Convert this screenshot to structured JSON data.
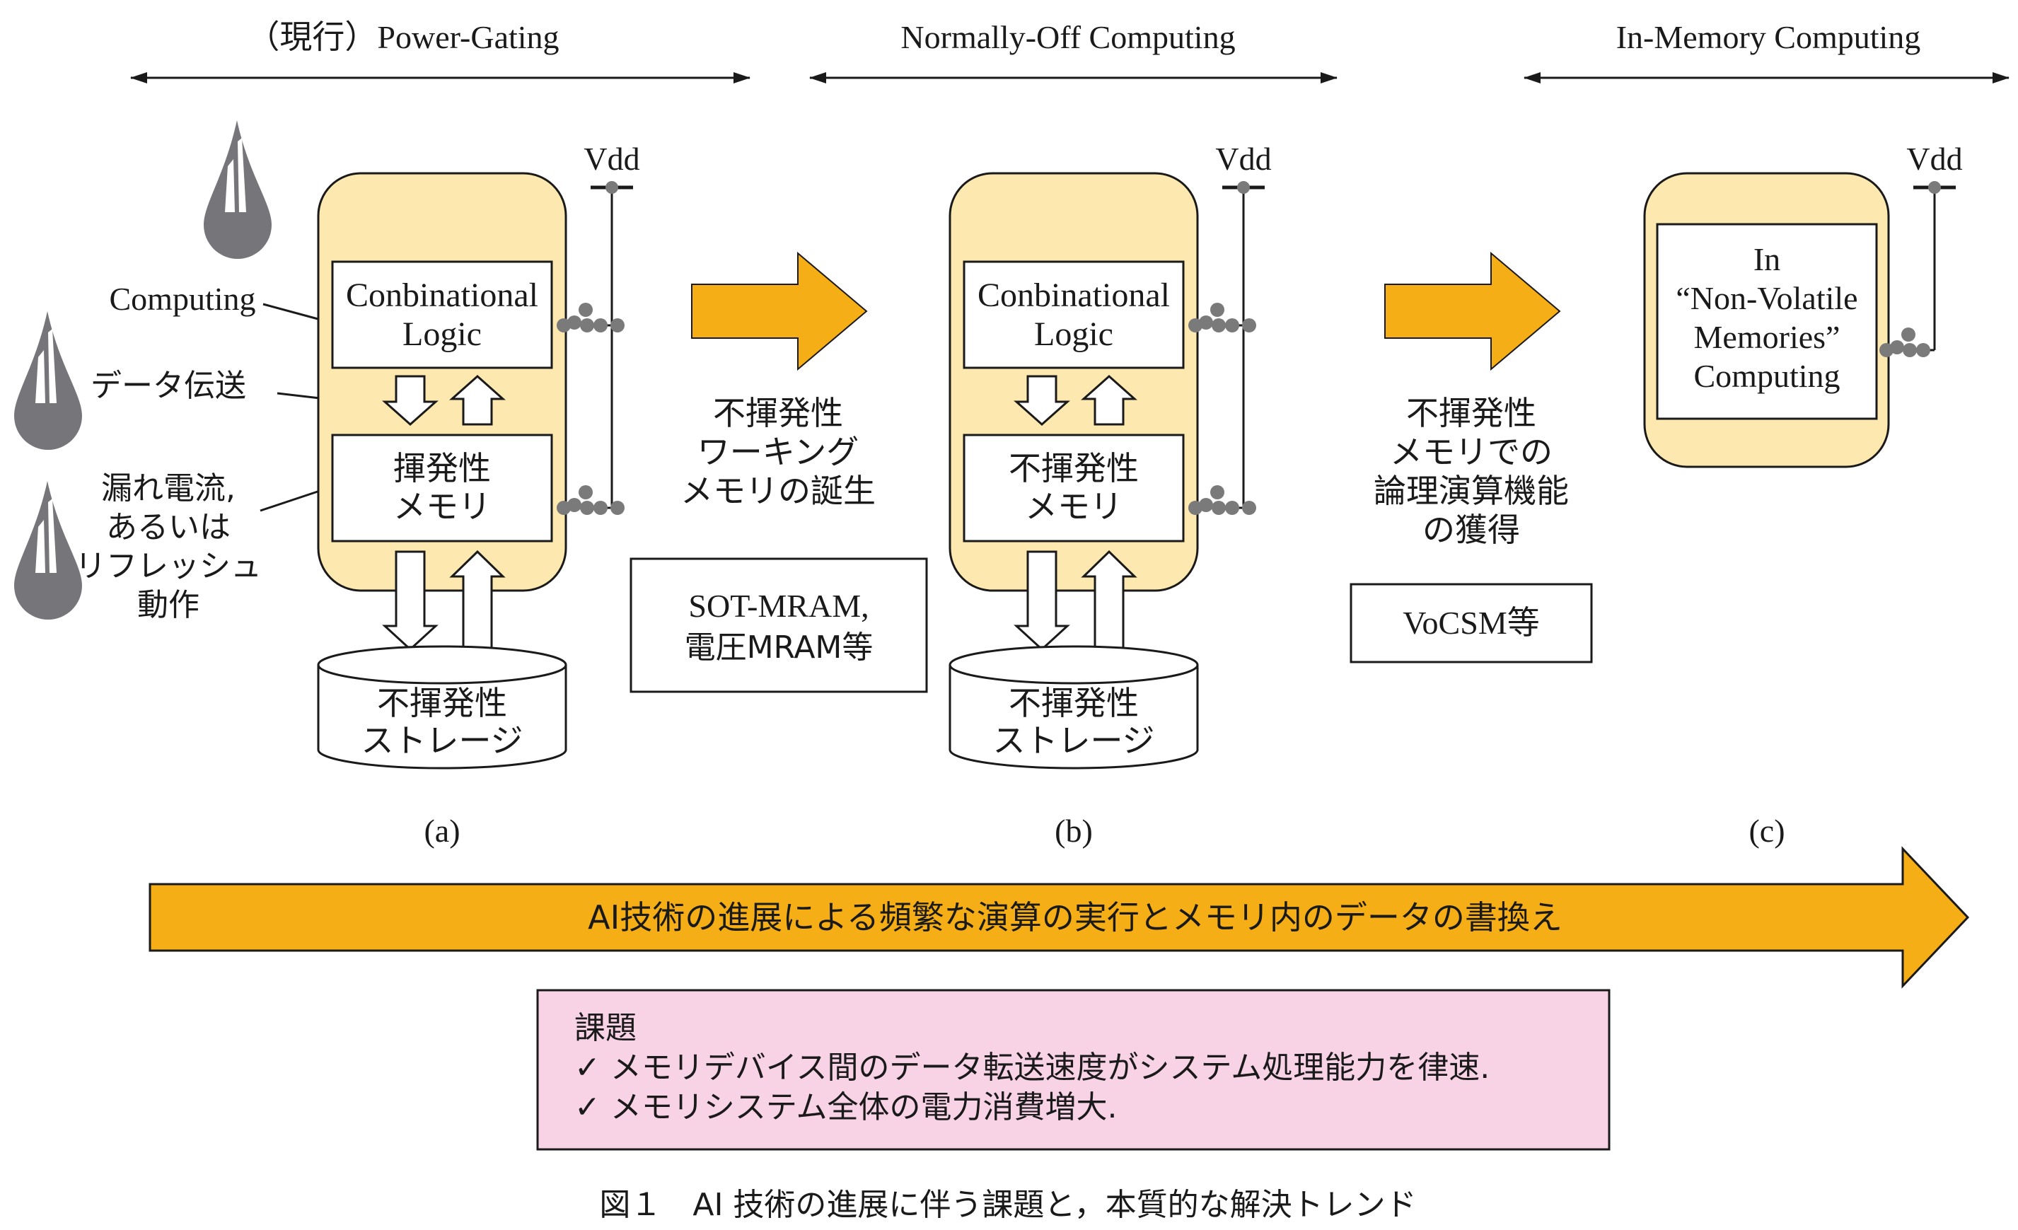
{
  "colors": {
    "panel_fill": "#fde9b0",
    "arrow_orange": "#f6ae16",
    "drop_gray": "#76767a",
    "issue_fill": "#f8d3e5",
    "dot_gray": "#7a7a7a",
    "line": "#1a1a1a"
  },
  "header": {
    "power_gating": "（現行）Power-Gating",
    "normally_off": "Normally-Off Computing",
    "in_memory": "In-Memory Computing"
  },
  "panel_a": {
    "vdd": "Vdd",
    "logic_line1": "Conbinational",
    "logic_line2": "Logic",
    "memory_line1": "揮発性",
    "memory_line2": "メモリ",
    "storage_line1": "不揮発性",
    "storage_line2": "ストレージ",
    "caption": "(a)"
  },
  "left_labels": {
    "computing": "Computing",
    "transfer": "データ伝送",
    "leak_line1": "漏れ電流,",
    "leak_line2": "あるいは",
    "leak_line3": "リフレッシュ",
    "leak_line4": "動作"
  },
  "transition_1": {
    "line1": "不揮発性",
    "line2": "ワーキング",
    "line3": "メモリの誕生",
    "box_line1": "SOT-MRAM,",
    "box_line2": "電圧MRAM等"
  },
  "panel_b": {
    "vdd": "Vdd",
    "logic_line1": "Conbinational",
    "logic_line2": "Logic",
    "memory_line1": "不揮発性",
    "memory_line2": "メモリ",
    "storage_line1": "不揮発性",
    "storage_line2": "ストレージ",
    "caption": "(b)"
  },
  "transition_2": {
    "line1": "不揮発性",
    "line2": "メモリでの",
    "line3": "論理演算機能",
    "line4": "の獲得",
    "box_label": "VoCSM等"
  },
  "panel_c": {
    "vdd": "Vdd",
    "line1": "In",
    "line2": "“Non-Volatile",
    "line3": "Memories”",
    "line4": "Computing",
    "caption": "(c)"
  },
  "trend_arrow": {
    "label": "AI技術の進展による頻繁な演算の実行とメモリ内のデータの書換え"
  },
  "issues": {
    "title": "課題",
    "item1": "✓ メモリデバイス間のデータ転送速度がシステム処理能力を律速.",
    "item2": "✓ メモリシステム全体の電力消費増大."
  },
  "figure_caption": "図１　AI 技術の進展に伴う課題と，本質的な解決トレンド"
}
